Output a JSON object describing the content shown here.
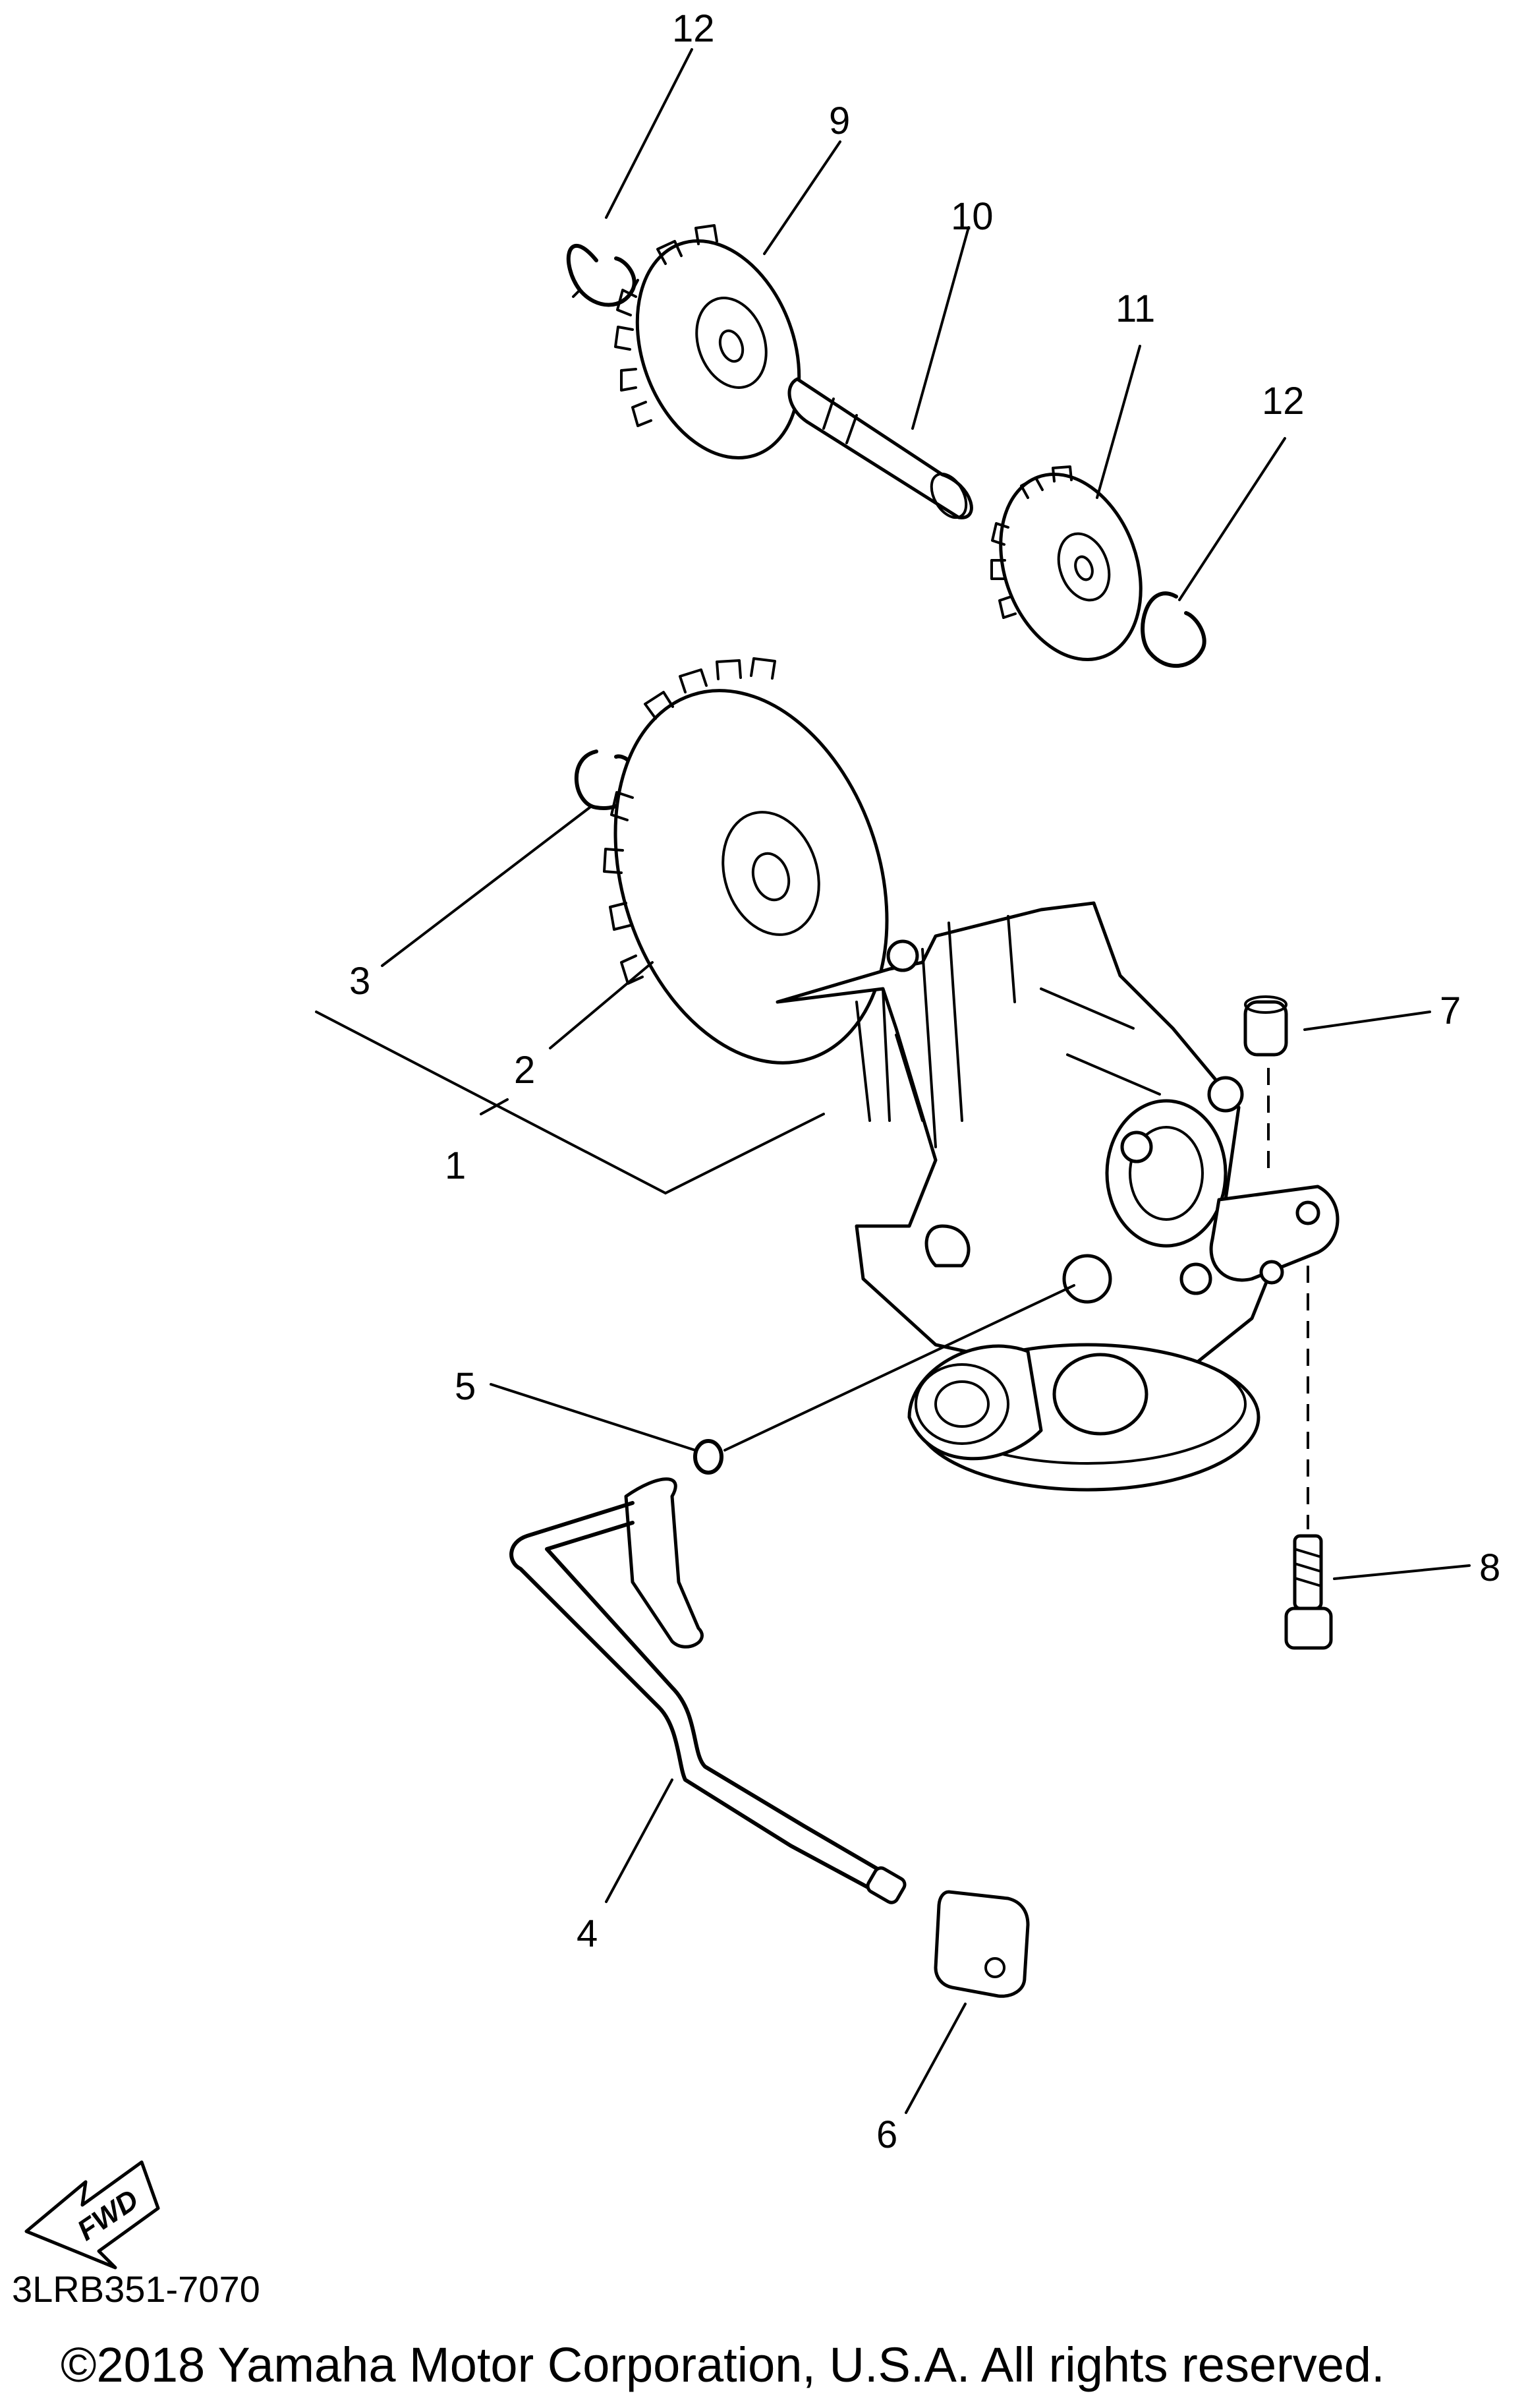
{
  "diagram": {
    "callouts": [
      {
        "id": "12a",
        "label": "12"
      },
      {
        "id": "9",
        "label": "9"
      },
      {
        "id": "10",
        "label": "10"
      },
      {
        "id": "11",
        "label": "11"
      },
      {
        "id": "12b",
        "label": "12"
      },
      {
        "id": "3",
        "label": "3"
      },
      {
        "id": "2",
        "label": "2"
      },
      {
        "id": "1",
        "label": "1"
      },
      {
        "id": "7",
        "label": "7"
      },
      {
        "id": "5",
        "label": "5"
      },
      {
        "id": "8",
        "label": "8"
      },
      {
        "id": "4",
        "label": "4"
      },
      {
        "id": "6",
        "label": "6"
      }
    ],
    "fwd_label": "FWD",
    "part_code": "3LRB351-7070",
    "copyright": "©2018 Yamaha Motor Corporation, U.S.A. All rights reserved."
  }
}
